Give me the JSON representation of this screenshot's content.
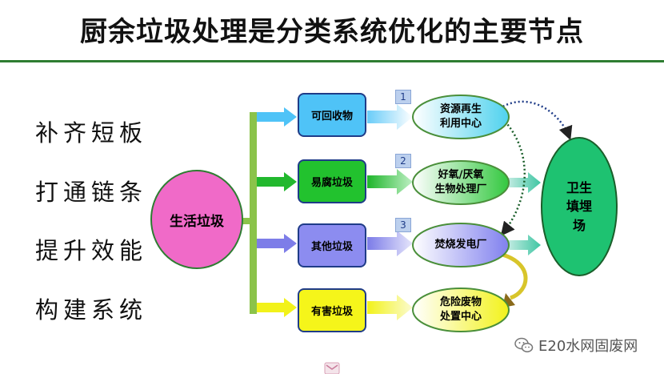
{
  "slide": {
    "title": "厨余垃圾处理是分类系统优化的主要节点"
  },
  "goals": [
    "补齐短板",
    "打通链条",
    "提升效能",
    "构建系统"
  ],
  "source": {
    "label": "生活垃圾"
  },
  "categories": [
    {
      "label": "可回收物",
      "color": "#4fc3f7"
    },
    {
      "label": "易腐垃圾",
      "color": "#22c22e"
    },
    {
      "label": "其他垃圾",
      "color": "#8c8cf0"
    },
    {
      "label": "有害垃圾",
      "color": "#f5f51a"
    }
  ],
  "facilities": [
    {
      "label": "资源再生\n利用中心",
      "color": "#5fd6ee"
    },
    {
      "label": "好氧/厌氧\n生物处理厂",
      "color": "#3fd04a"
    },
    {
      "label": "焚烧发电厂",
      "color": "#8c8cf0"
    },
    {
      "label": "危险废物\n处置中心",
      "color": "#f5f51a"
    }
  ],
  "badges": [
    "1",
    "2",
    "3"
  ],
  "landfill": {
    "label": "卫生\n填埋\n场",
    "color": "#1ec271"
  },
  "colors": {
    "source": "#f06ac8",
    "trunk": "#8bc34a",
    "title_rule": "#2e7d32"
  },
  "watermark": {
    "text": "E20水网固废网",
    "icon": "wechat-icon"
  }
}
